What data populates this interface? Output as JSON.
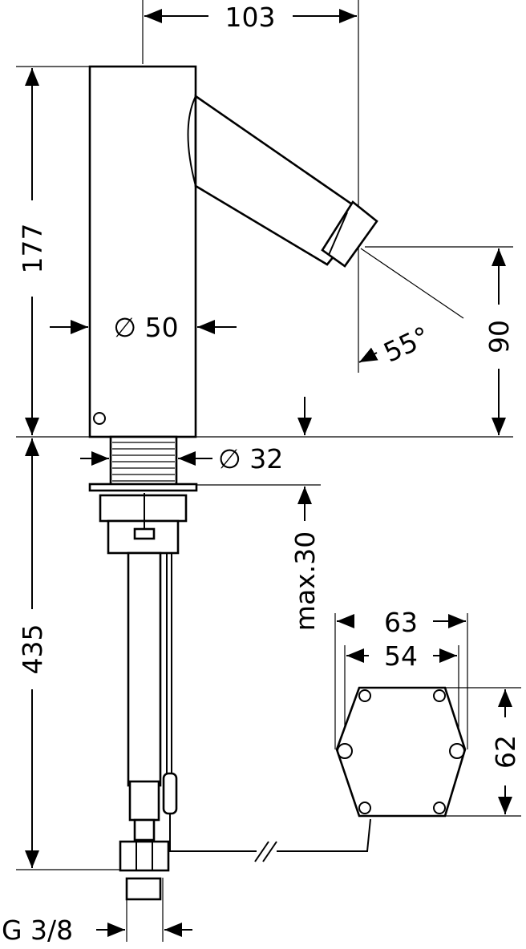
{
  "dimensions": {
    "spout_reach": "103",
    "height_above_deck": "177",
    "body_diameter": "∅ 50",
    "spout_angle": "55°",
    "outlet_height": "90",
    "shank_diameter": "∅ 32",
    "max_deck_thickness": "max.30",
    "total_length_below": "435",
    "box_width_outer": "63",
    "box_width_holes": "54",
    "box_height": "62",
    "connection_thread": "G 3/8"
  }
}
